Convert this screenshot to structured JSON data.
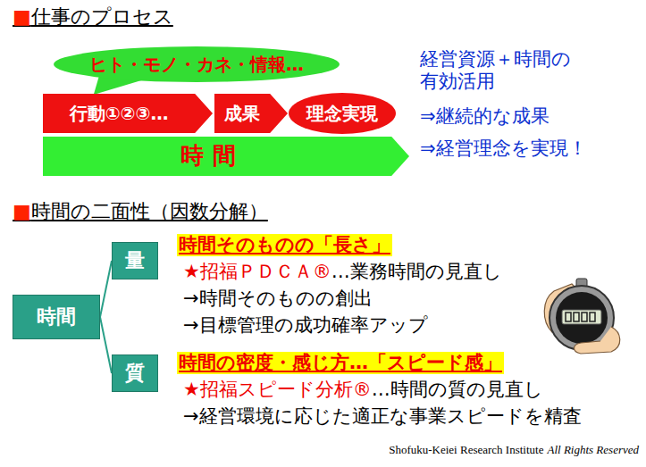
{
  "diagram": {
    "nodes": [
      {
        "text": [
          "ヒト・モノ・カネ・情報…"
        ]
      },
      {
        "text": [
          "行動①②③…"
        ]
      },
      {
        "text": [
          "成果"
        ]
      },
      {
        "text": [
          "理念実現"
        ]
      },
      {
        "text": [
          "時 間"
        ]
      },
      {
        "text": [
          "時間"
        ]
      },
      {
        "text": [
          "量"
        ]
      },
      {
        "text": [
          "質"
        ]
      }
    ],
    "edges": [
      {
        "from": 5,
        "to": 6,
        "arrow": "none"
      },
      {
        "from": 5,
        "to": 7,
        "arrow": "none"
      }
    ],
    "labels": [
      "■仕事のプロセス",
      "経営資源＋時間の 有効活用",
      "⇒継続的な成果",
      "⇒経営理念を実現！",
      "■時間の二面性（因数分解）",
      "時間そのものの「長さ」",
      "★招福ＰＤＣＡ®",
      "…業務時間の見直し",
      "→時間そのものの創出",
      "→目標管理の成功確率アップ",
      "時間の密度・感じ方…「スピード感」",
      "★招福スピード分析®",
      "…時間の質の見直し",
      "→経営環境に応じた適正な事業スピードを精査",
      "Shofuku-Keiei Research Institute",
      "All Rights Reserved"
    ]
  }
}
